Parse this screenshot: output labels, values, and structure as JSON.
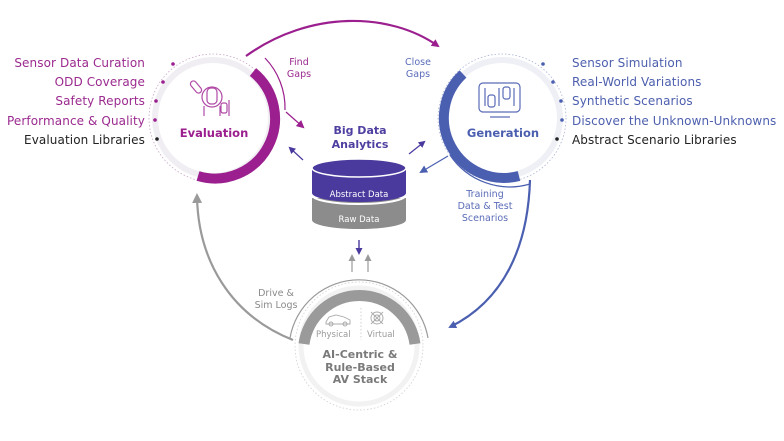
{
  "colors": {
    "evaluation": "#9b1f8e",
    "generation": "#4b5fb0",
    "database_top": "#4a3a9e",
    "database_bottom": "#8c8c8c",
    "av_stack": "#9a9a9a",
    "dark_text": "#222222"
  },
  "evaluation": {
    "title": "Evaluation",
    "icon": "magnifier-car-icon",
    "items": [
      {
        "label": "Sensor Data Curation"
      },
      {
        "label": "ODD Coverage"
      },
      {
        "label": "Safety Reports"
      },
      {
        "label": "Performance & Quality"
      },
      {
        "label": "Evaluation Libraries"
      }
    ]
  },
  "generation": {
    "title": "Generation",
    "icon": "monitor-cars-icon",
    "items": [
      {
        "label": "Sensor Simulation"
      },
      {
        "label": "Real-World Variations"
      },
      {
        "label": "Synthetic Scenarios"
      },
      {
        "label": "Discover the Unknown-Unknowns"
      },
      {
        "label": "Abstract Scenario Libraries"
      }
    ]
  },
  "center": {
    "title_line1": "Big Data",
    "title_line2": "Analytics",
    "top_layer": "Abstract Data",
    "bottom_layer": "Raw Data"
  },
  "arrows": {
    "find_gaps_1": "Find",
    "find_gaps_2": "Gaps",
    "close_gaps_1": "Close",
    "close_gaps_2": "Gaps",
    "training_1": "Training",
    "training_2": "Data & Test",
    "training_3": "Scenarios",
    "drive_1": "Drive &",
    "drive_2": "Sim Logs"
  },
  "av_stack": {
    "title_line1": "AI-Centric &",
    "title_line2": "Rule-Based",
    "title_line3": "AV Stack",
    "physical": "Physical",
    "virtual": "Virtual"
  }
}
